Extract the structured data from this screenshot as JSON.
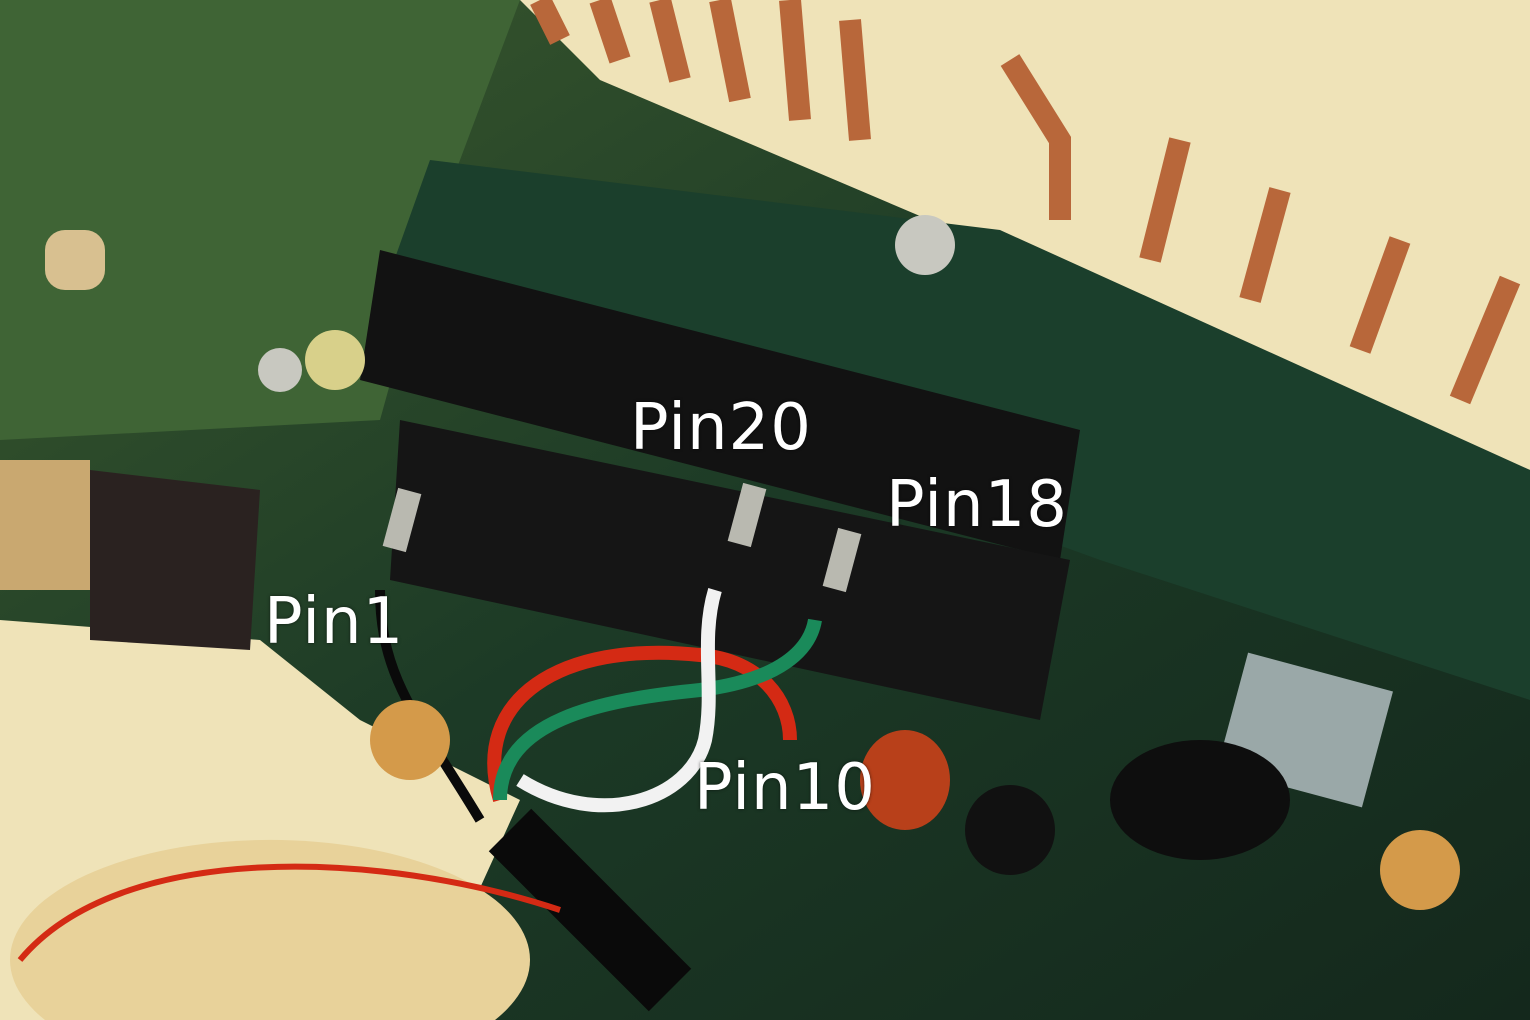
{
  "labels": {
    "pin20": "Pin20",
    "pin18": "Pin18",
    "pin1": "Pin1",
    "pin10": "Pin10"
  },
  "colors": {
    "pcb": "#1f3a22",
    "cream": "#efe3b8",
    "copper": "#b8673a",
    "chip": "#121212",
    "wire_red": "#d42a14",
    "wire_green": "#1a8a5a",
    "wire_white": "#f2f2f2"
  }
}
